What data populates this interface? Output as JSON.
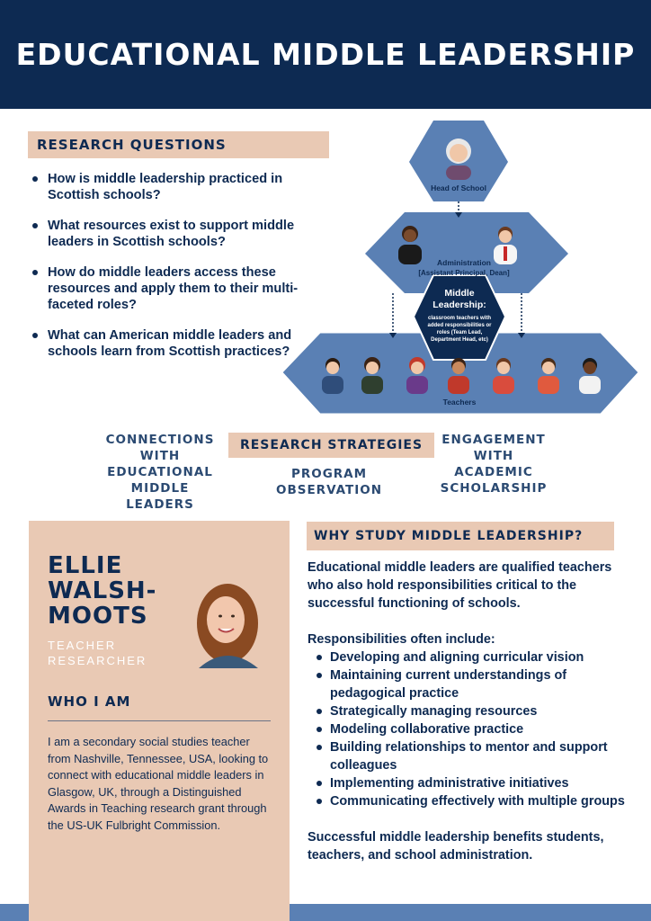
{
  "header": {
    "title": "EDUCATIONAL MIDDLE LEADERSHIP"
  },
  "research_questions": {
    "heading": "RESEARCH QUESTIONS",
    "items": [
      "How is middle leadership practiced in Scottish schools?",
      "What resources exist to support middle leaders in Scottish schools?",
      "How do middle leaders access these resources and apply them to their multi-faceted roles?",
      "What can American middle leaders and schools learn from Scottish practices?"
    ]
  },
  "diagram": {
    "head": "Head of School",
    "admin_title": "Administration",
    "admin_sub": "[Assistant Principal, Dean]",
    "middle_title_1": "Middle",
    "middle_title_2": "Leadership:",
    "middle_desc_1": "classroom teachers with",
    "middle_desc_2": "added responsibilities or",
    "middle_desc_3": "roles (Team Lead,",
    "middle_desc_4": "Department Head, etc)",
    "teachers": "Teachers"
  },
  "strategies": {
    "heading": "RESEARCH STRATEGIES",
    "left_1": "CONNECTIONS",
    "left_2": "WITH",
    "left_3": "EDUCATIONAL",
    "left_4": "MIDDLE LEADERS",
    "center_1": "PROGRAM",
    "center_2": "OBSERVATION",
    "right_1": "ENGAGEMENT",
    "right_2": "WITH",
    "right_3": "ACADEMIC",
    "right_4": "SCHOLARSHIP"
  },
  "profile": {
    "name": "ELLIE WALSH-MOOTS",
    "role": "TEACHER RESEARCHER",
    "who_heading": "WHO I AM",
    "bio": "I am a secondary social studies teacher from Nashville, Tennessee, USA, looking to connect with educational middle leaders in Glasgow, UK, through a Distinguished Awards in Teaching research grant through the US-UK Fulbright Commission."
  },
  "why": {
    "heading": "WHY STUDY MIDDLE LEADERSHIP?",
    "intro": "Educational middle leaders are qualified teachers who also hold responsibilities critical to the successful functioning of schools.",
    "resp_heading": "Responsibilities often include:",
    "responsibilities": [
      "Developing and aligning curricular vision",
      "Maintaining current understandings of pedagogical practice",
      "Strategically managing resources",
      "Modeling collaborative practice",
      "Building relationships to mentor and support colleagues",
      "Implementing administrative initiatives",
      "Communicating effectively with multiple groups"
    ],
    "conclusion": "Successful middle leadership benefits students, teachers, and school administration."
  },
  "colors": {
    "navy": "#0d2a52",
    "peach": "#e9c9b4",
    "blue": "#5a80b4"
  }
}
